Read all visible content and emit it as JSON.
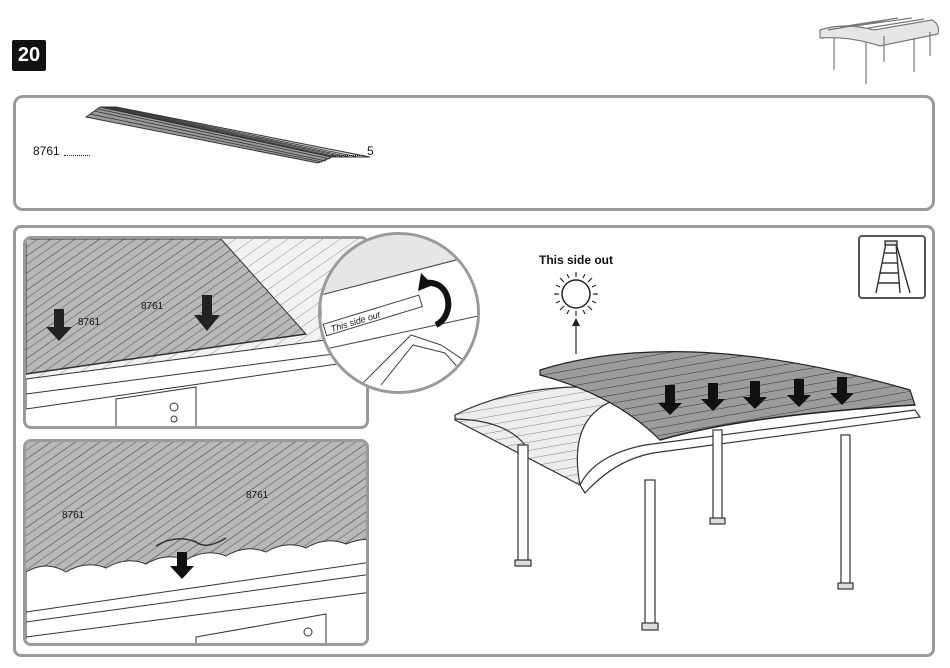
{
  "step": {
    "number": "20"
  },
  "parts": {
    "code": "8761",
    "quantity": "5"
  },
  "labels": {
    "sheet_a": "8761",
    "sheet_b": "8761",
    "sheet_c": "8761",
    "sheet_d": "8761",
    "side_out_strip": "This side out",
    "side_out_caption": "This side out"
  },
  "icons": {
    "thumbnail": "carport-thumbnail",
    "tool": "ladder-icon",
    "sun": "sun-icon",
    "arrows": "down-arrow-icon",
    "rotate": "curved-arrow-icon"
  }
}
